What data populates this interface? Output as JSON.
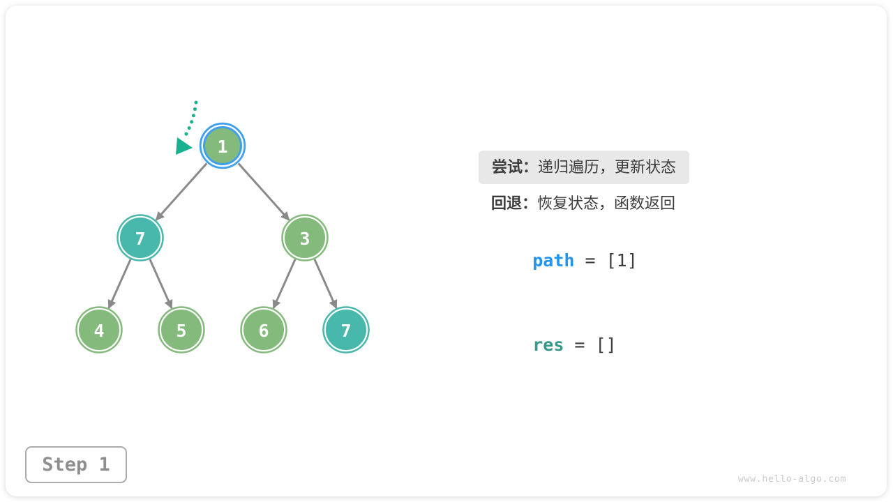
{
  "legend": {
    "try_label": "尝试：",
    "try_text": "递归遍历，更新状态",
    "back_label": "回退：",
    "back_text": "恢复状态，函数返回"
  },
  "state": {
    "path_name": "path",
    "path_rest": " = [1]",
    "res_name": "res",
    "res_rest": " = []"
  },
  "tree": {
    "nodes": [
      {
        "value": "1",
        "fill": "#84BA7C",
        "ring": "#3FA0F0"
      },
      {
        "value": "7",
        "fill": "#48B8AC"
      },
      {
        "value": "3",
        "fill": "#84BA7C"
      },
      {
        "value": "4",
        "fill": "#84BA7C"
      },
      {
        "value": "5",
        "fill": "#84BA7C"
      },
      {
        "value": "6",
        "fill": "#84BA7C"
      },
      {
        "value": "7",
        "fill": "#48B8AC"
      }
    ]
  },
  "colors": {
    "edge": "#8A8A8A",
    "pointer": "#17B18F",
    "node_text": "#FFFFFF",
    "path_blue": "#2095F2",
    "res_teal": "#35978A",
    "text": "#3C3C3C",
    "label_bg": "#E8E8E8",
    "step": "#8E8E8E",
    "watermark": "#CBCBCB"
  },
  "footer": {
    "step_label": "Step 1",
    "watermark": "www.hello-algo.com"
  }
}
